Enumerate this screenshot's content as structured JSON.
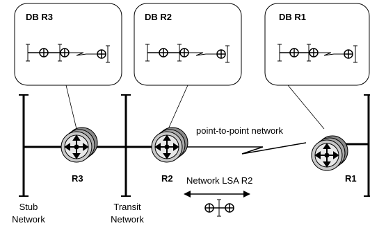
{
  "databases": [
    {
      "id": "r3",
      "title": "DB R3"
    },
    {
      "id": "r2",
      "title": "DB R2"
    },
    {
      "id": "r1",
      "title": "DB R1"
    }
  ],
  "routers": [
    {
      "id": "r3",
      "label": "R3"
    },
    {
      "id": "r2",
      "label": "R2"
    },
    {
      "id": "r1",
      "label": "R1"
    }
  ],
  "links": {
    "point_to_point": "point-to-point network",
    "network_lsa": "Network LSA R2"
  },
  "networks": {
    "stub": [
      "Stub",
      "Network"
    ],
    "transit": [
      "Transit",
      "Network"
    ]
  }
}
